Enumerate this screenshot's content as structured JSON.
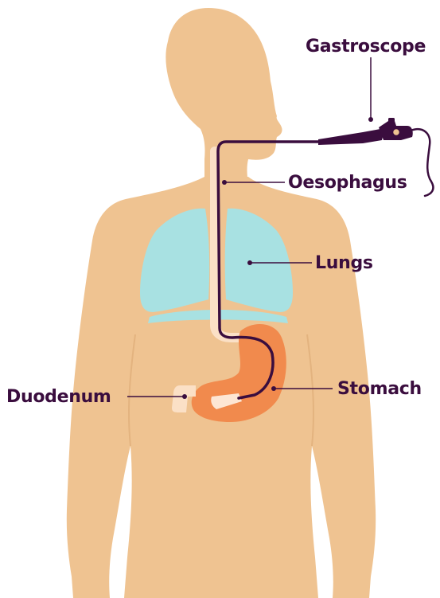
{
  "labels": {
    "gastroscope": "Gastroscope",
    "oesophagus": "Oesophagus",
    "lungs": "Lungs",
    "stomach": "Stomach",
    "duodenum": "Duodenum"
  },
  "colors": {
    "skin": "#efc391",
    "lungs": "#a8e1e2",
    "stomach": "#f18a4d",
    "oesophagus": "#fbe0c6",
    "scope": "#3a0d3e",
    "label_text": "#3a0d3e",
    "leader_line": "#3a0d3e"
  },
  "icons": {
    "body": "female-body-silhouette",
    "instrument": "gastroscope-handle"
  }
}
